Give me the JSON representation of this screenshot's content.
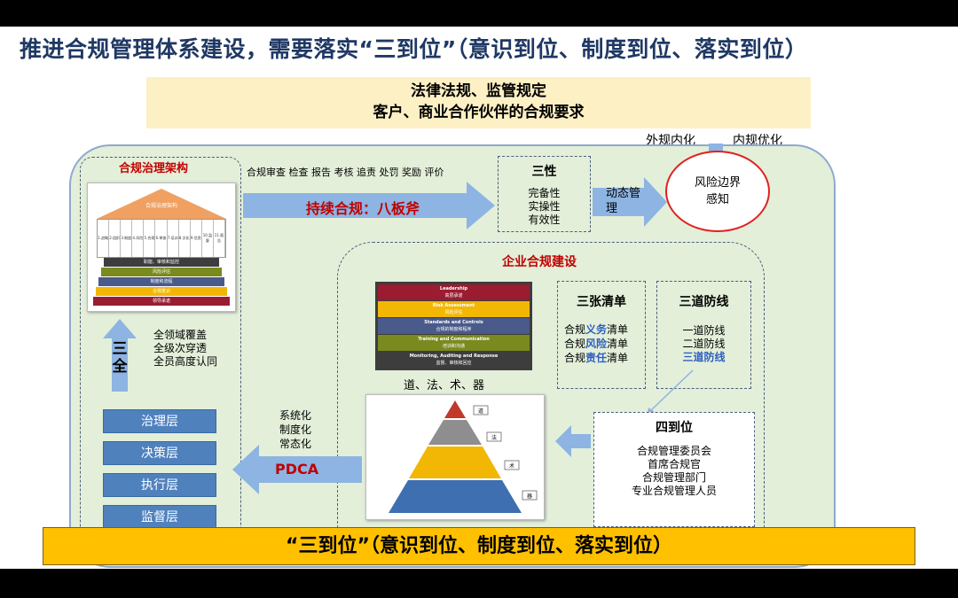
{
  "title": "推进合规管理体系建设，需要落实“三到位”（意识到位、制度到位、落实到位）",
  "top_box": {
    "line1": "法律法规、监管规定",
    "line2": "客户、商业合作伙伴的合规要求"
  },
  "external_internalize": "外规内化",
  "internal_optimize": "内规优化",
  "risk_circle": {
    "line1": "风险边界",
    "line2": "感知"
  },
  "governance": {
    "title": "合规治理架构",
    "house_roof": "合规治理架构",
    "pillars": [
      "1.战略",
      "2.组织",
      "3.制度",
      "4.风险",
      "5.合规",
      "6.审查",
      "7.培训",
      "8.文化",
      "9.信息",
      "10.监督",
      "11.报告"
    ],
    "bands": [
      "职能、审核和监控",
      "风险评估",
      "制度和流程",
      "合规意识",
      "领导承诺"
    ],
    "san_quan": "三全",
    "san_quan_points": [
      "全领域覆盖",
      "全级次穿透",
      "全员高度认同"
    ],
    "layers": [
      "治理层",
      "决策层",
      "执行层",
      "监督层"
    ]
  },
  "process_line": "合规审查 检查 报告 考核 追责 处罚 奖励 评价",
  "continuous_arrow": "持续合规：八板斧",
  "san_xing": {
    "title": "三性",
    "items": [
      "完备性",
      "实操性",
      "有效性"
    ]
  },
  "dynamic_mgmt": "动态管理",
  "enterprise": {
    "title": "企业合规建设",
    "leadership_bands": [
      {
        "en": "Leadership",
        "cn": "高层承诺",
        "color": "#9b1c31"
      },
      {
        "en": "Risk Assessment",
        "cn": "风险评估",
        "color": "#f2b705"
      },
      {
        "en": "Standards and Controls",
        "cn": "合规的制度和程序",
        "color": "#4a5a8a"
      },
      {
        "en": "Training and Communication",
        "cn": "培训和沟通",
        "color": "#7a8a1f"
      },
      {
        "en": "Monitoring, Auditing and Response",
        "cn": "监督、审核和回应",
        "color": "#3d3d3d"
      }
    ],
    "dao_fa": "道、法、术、器",
    "pyramid_labels": [
      "道",
      "法",
      "术",
      "器"
    ],
    "three_list": {
      "title": "三张清单",
      "rows": [
        {
          "pre": "合规",
          "key": "义务",
          "post": "清单"
        },
        {
          "pre": "合规",
          "key": "风险",
          "post": "清单"
        },
        {
          "pre": "合规",
          "key": "责任",
          "post": "清单"
        }
      ]
    },
    "three_defense": {
      "title": "三道防线",
      "items": [
        "一道防线",
        "二道防线"
      ],
      "highlight": "三道防线"
    },
    "four_positions": {
      "title": "四到位",
      "items": [
        "合规管理委员会",
        "首席合规官",
        "合规管理部门",
        "专业合规管理人员"
      ]
    },
    "systematize": [
      "系统化",
      "制度化",
      "常态化"
    ],
    "pdca": "PDCA"
  },
  "bottom_bar": "“三到位”（意识到位、制度到位、落实到位）",
  "colors": {
    "arrow_blue": "#8db4e2",
    "layer_blue": "#4f81bd",
    "bar_gold": "#ffc000",
    "accent_red": "#c00000"
  }
}
